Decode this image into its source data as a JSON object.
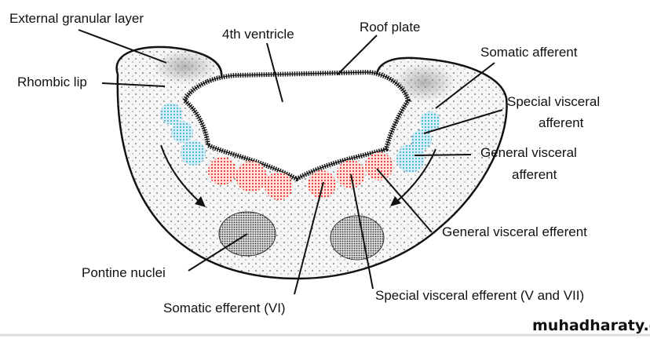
{
  "labels": {
    "external_granular_layer": "External granular layer",
    "fourth_ventricle": "4th ventricle",
    "roof_plate": "Roof plate",
    "somatic_afferent": "Somatic afferent",
    "rhombic_lip": "Rhombic lip",
    "special_visceral_afferent_1": "Special visceral",
    "special_visceral_afferent_2": "afferent",
    "general_visceral_afferent_1": "General visceral",
    "general_visceral_afferent_2": "afferent",
    "general_visceral_efferent": "General visceral efferent",
    "pontine_nuclei": "Pontine nuclei",
    "somatic_efferent": "Somatic efferent (VI)",
    "special_visceral_efferent": "Special visceral efferent (V and VII)"
  },
  "watermark": "muhadharaty.com",
  "colors": {
    "afferent": "#5ab8d6",
    "efferent": "#e8372c",
    "outline": "#111111"
  }
}
